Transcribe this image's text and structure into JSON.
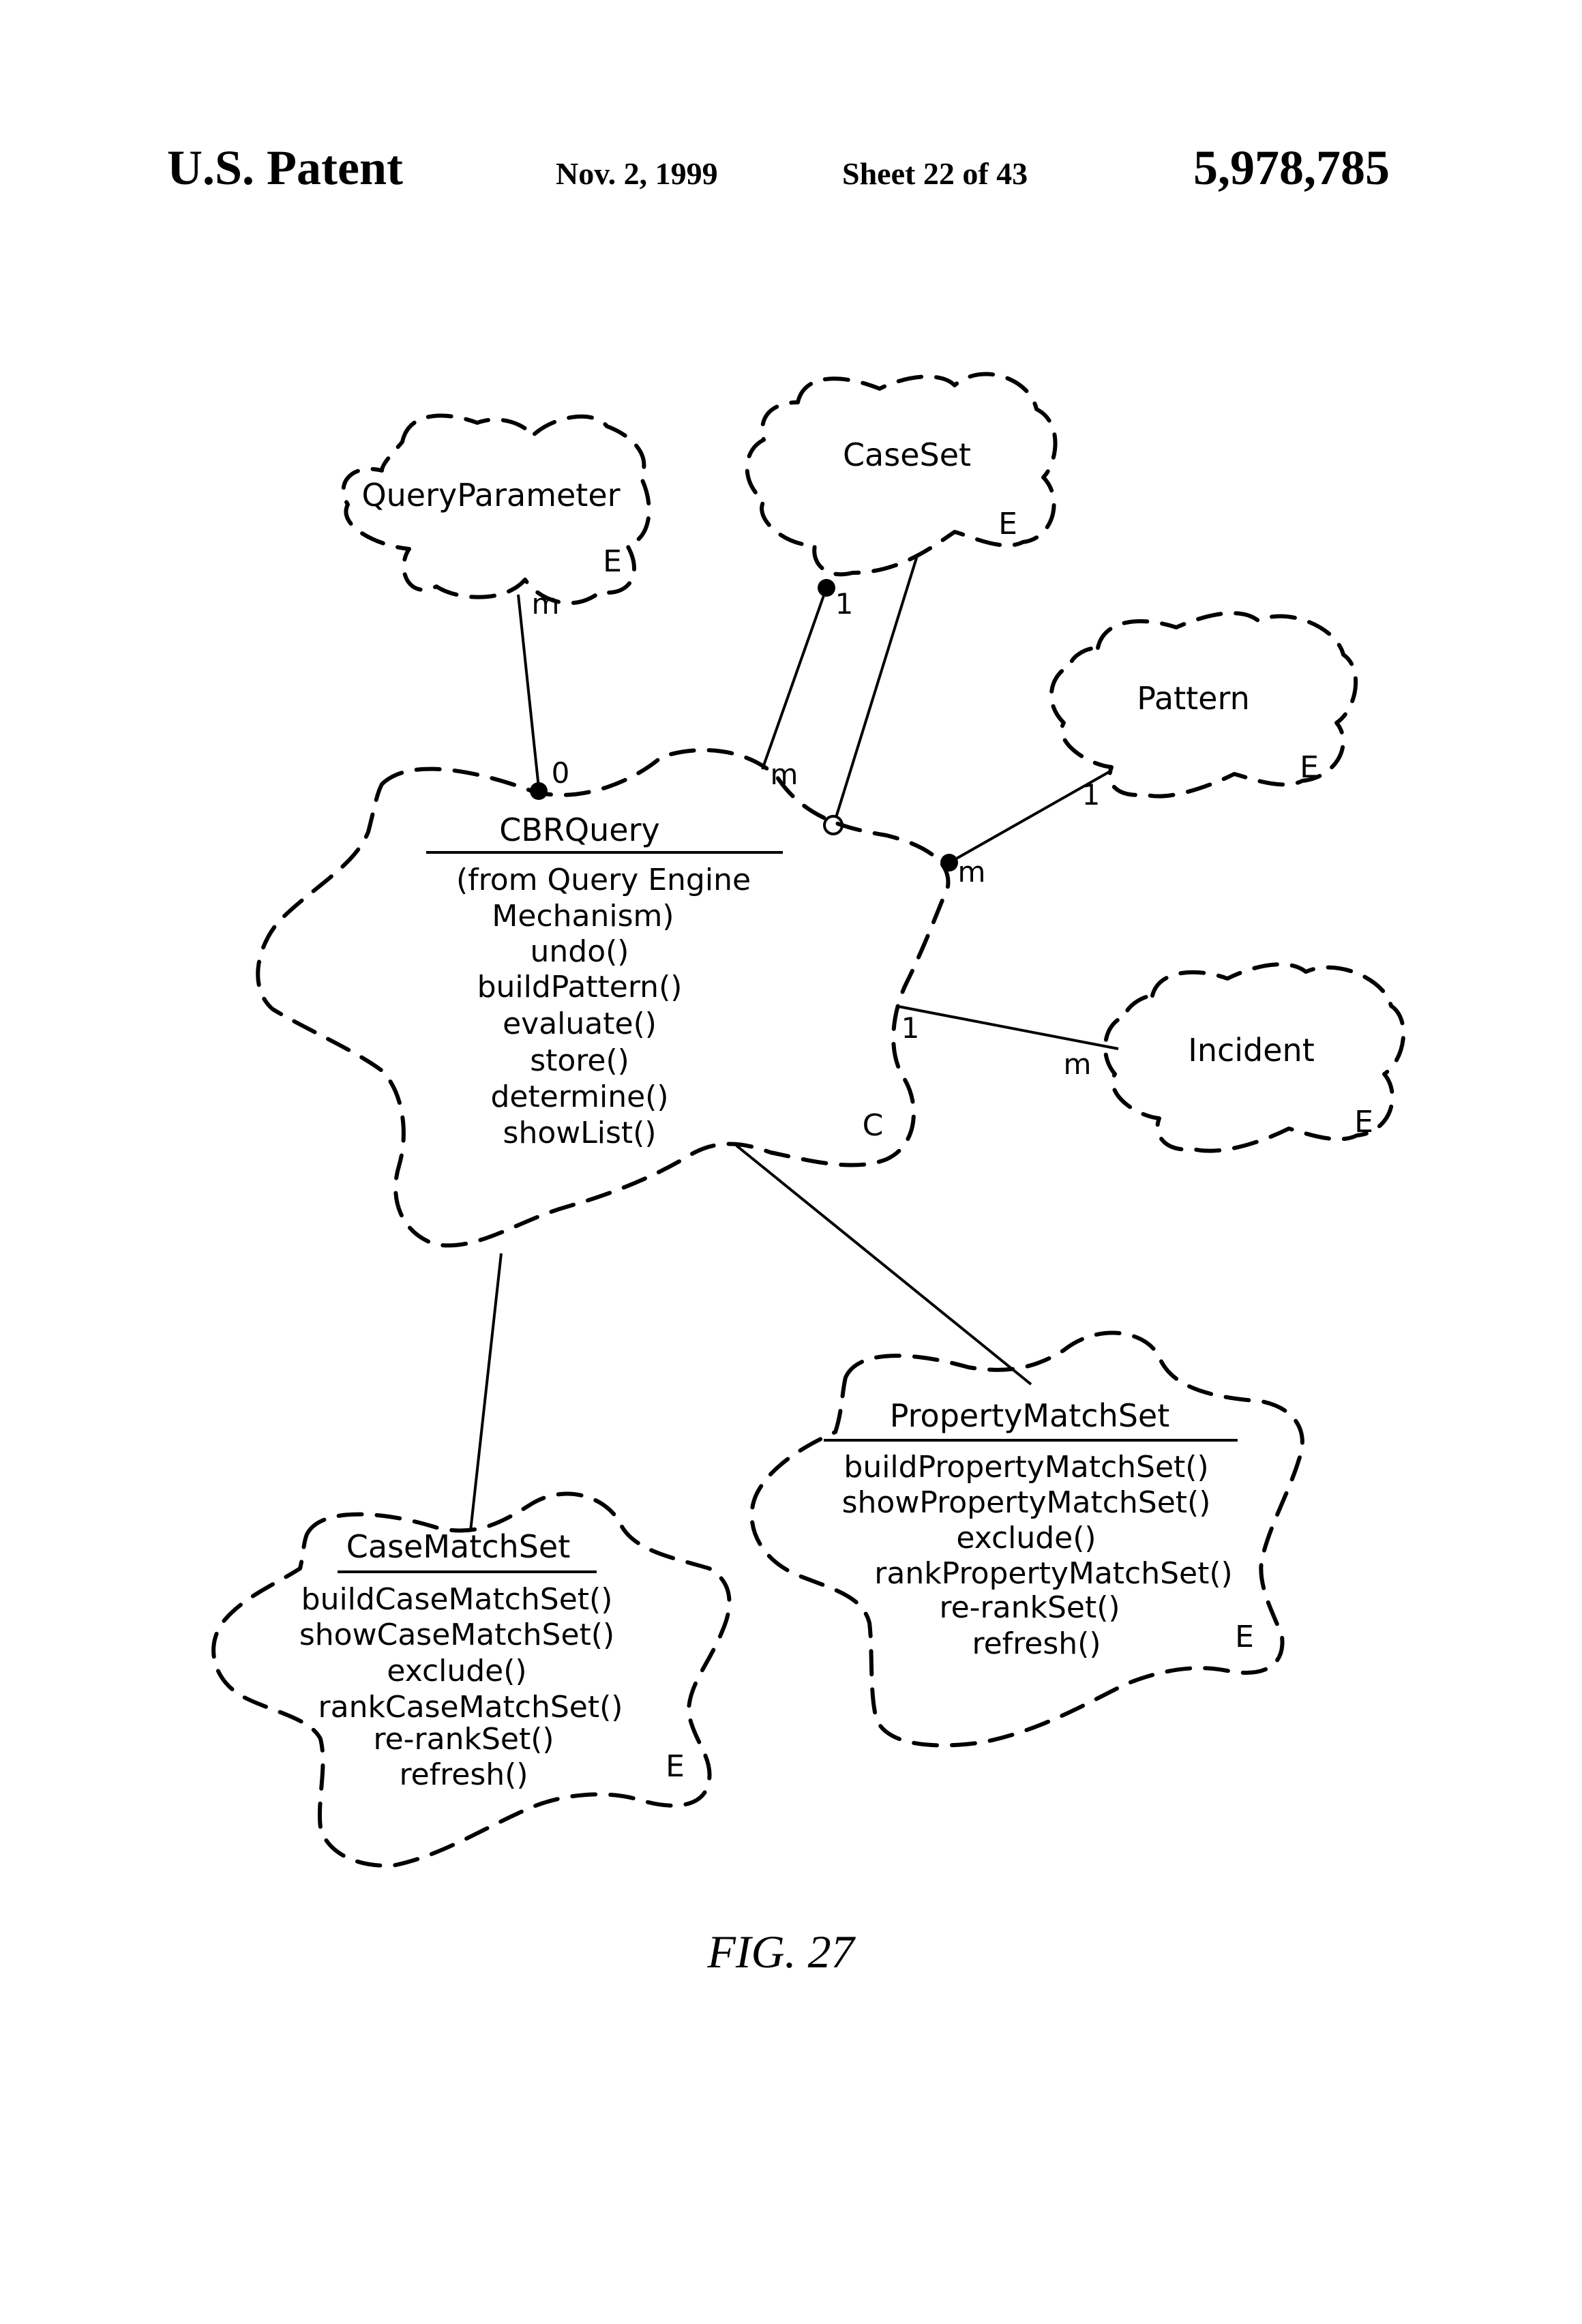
{
  "header": {
    "left": "U.S. Patent",
    "date": "Nov. 2, 1999",
    "sheet": "Sheet 22 of 43",
    "patent_number": "5,978,785"
  },
  "classes": {
    "query_parameter": {
      "name": "QueryParameter",
      "tag": "E"
    },
    "case_set": {
      "name": "CaseSet",
      "tag": "E"
    },
    "pattern": {
      "name": "Pattern",
      "tag": "E"
    },
    "incident": {
      "name": "Incident",
      "tag": "E"
    },
    "cbr_query": {
      "name": "CBRQuery",
      "subtitle_1": "(from Query Engine",
      "subtitle_2": "Mechanism)",
      "methods": [
        "undo()",
        "buildPattern()",
        "evaluate()",
        "store()",
        "determine()",
        "showList()"
      ],
      "tag": "C"
    },
    "property_match_set": {
      "name": "PropertyMatchSet",
      "methods": [
        "buildPropertyMatchSet()",
        "showPropertyMatchSet()",
        "exclude()",
        "rankPropertyMatchSet()",
        "re-rankSet()",
        "refresh()"
      ],
      "tag": "E"
    },
    "case_match_set": {
      "name": "CaseMatchSet",
      "methods": [
        "buildCaseMatchSet()",
        "showCaseMatchSet()",
        "exclude()",
        "rankCaseMatchSet()",
        "re-rankSet()",
        "refresh()"
      ],
      "tag": "E"
    }
  },
  "multiplicities": {
    "query_parameter_end": "m",
    "cbr_query_param_end": "0",
    "case_set_end": "1",
    "cbr_query_caseset_end": "m",
    "pattern_end": "1",
    "cbr_query_pattern_end": "m",
    "cbr_query_incident_end": "1",
    "incident_end": "m"
  },
  "figure_label": "FIG. 27"
}
